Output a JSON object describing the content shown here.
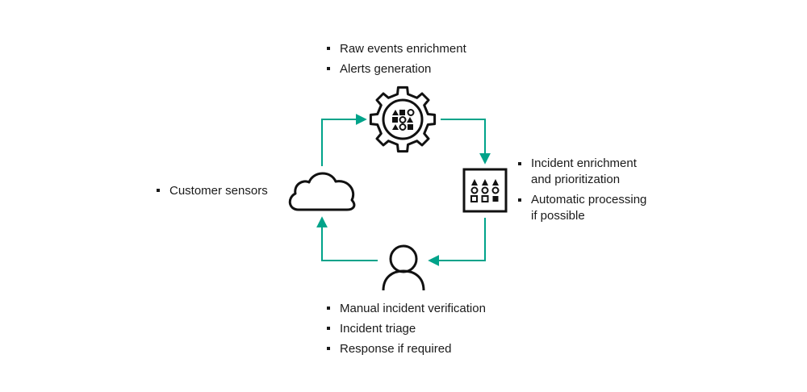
{
  "diagram": {
    "accent_color": "#00a38a",
    "nodes": [
      {
        "id": "processing",
        "icon": "gear-icon",
        "bullets": [
          "Raw events enrichment",
          "Alerts generation"
        ]
      },
      {
        "id": "incident",
        "icon": "grid-panel-icon",
        "bullets": [
          [
            "Incident enrichment",
            "and prioritization"
          ],
          [
            "Automatic processing",
            "if possible"
          ]
        ]
      },
      {
        "id": "analyst",
        "icon": "person-icon",
        "bullets": [
          "Manual incident verification",
          "Incident triage",
          "Response if required"
        ]
      },
      {
        "id": "sensors",
        "icon": "cloud-icon",
        "bullets": [
          "Customer sensors"
        ]
      }
    ]
  }
}
